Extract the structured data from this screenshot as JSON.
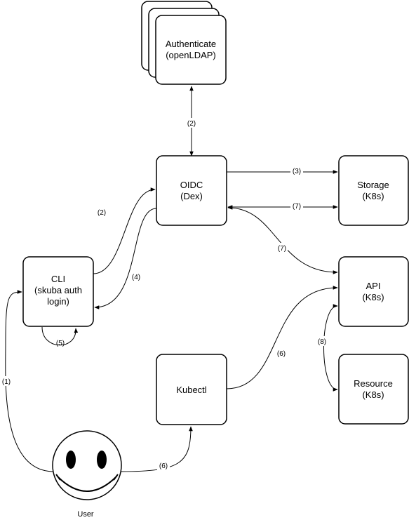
{
  "nodes": {
    "authenticate": {
      "line1": "Authenticate",
      "line2": "(openLDAP)"
    },
    "oidc": {
      "line1": "OIDC",
      "line2": "(Dex)"
    },
    "storage": {
      "line1": "Storage",
      "line2": "(K8s)"
    },
    "api": {
      "line1": "API",
      "line2": "(K8s)"
    },
    "resource": {
      "line1": "Resource",
      "line2": "(K8s)"
    },
    "cli": {
      "line1": "CLI",
      "line2": "(skuba auth",
      "line3": "login)"
    },
    "kubectl": {
      "line1": "Kubectl"
    },
    "user": {
      "label": "User"
    }
  },
  "edges": {
    "auth_oidc": "(2)",
    "cli_oidc": "(2)",
    "oidc_storage": "(3)",
    "storage_oidc": "(7)",
    "oidc_api": "(7)",
    "oidc_cli": "(4)",
    "cli_self": "(5)",
    "user_cli": "(1)",
    "user_kubectl": "(6)",
    "kubectl_api": "(6)",
    "api_resource": "(8)"
  }
}
